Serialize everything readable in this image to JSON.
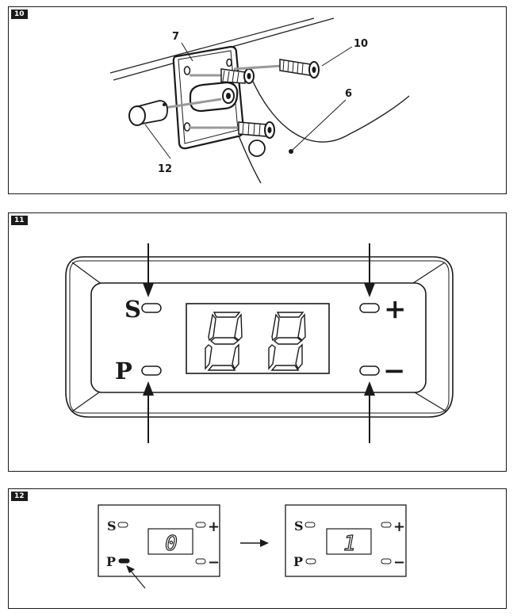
{
  "figures": [
    {
      "number": "10",
      "callouts": {
        "bracket": "7",
        "dowel": "10",
        "frame": "6",
        "pin": "12"
      }
    },
    {
      "number": "11",
      "keys": {
        "set": "S",
        "preset": "P",
        "up": "+",
        "down": "−"
      },
      "display": "88"
    },
    {
      "number": "12",
      "keys": {
        "set": "S",
        "preset": "P",
        "up": "+",
        "down": "−"
      },
      "before_display": "0",
      "after_display": "1"
    }
  ]
}
